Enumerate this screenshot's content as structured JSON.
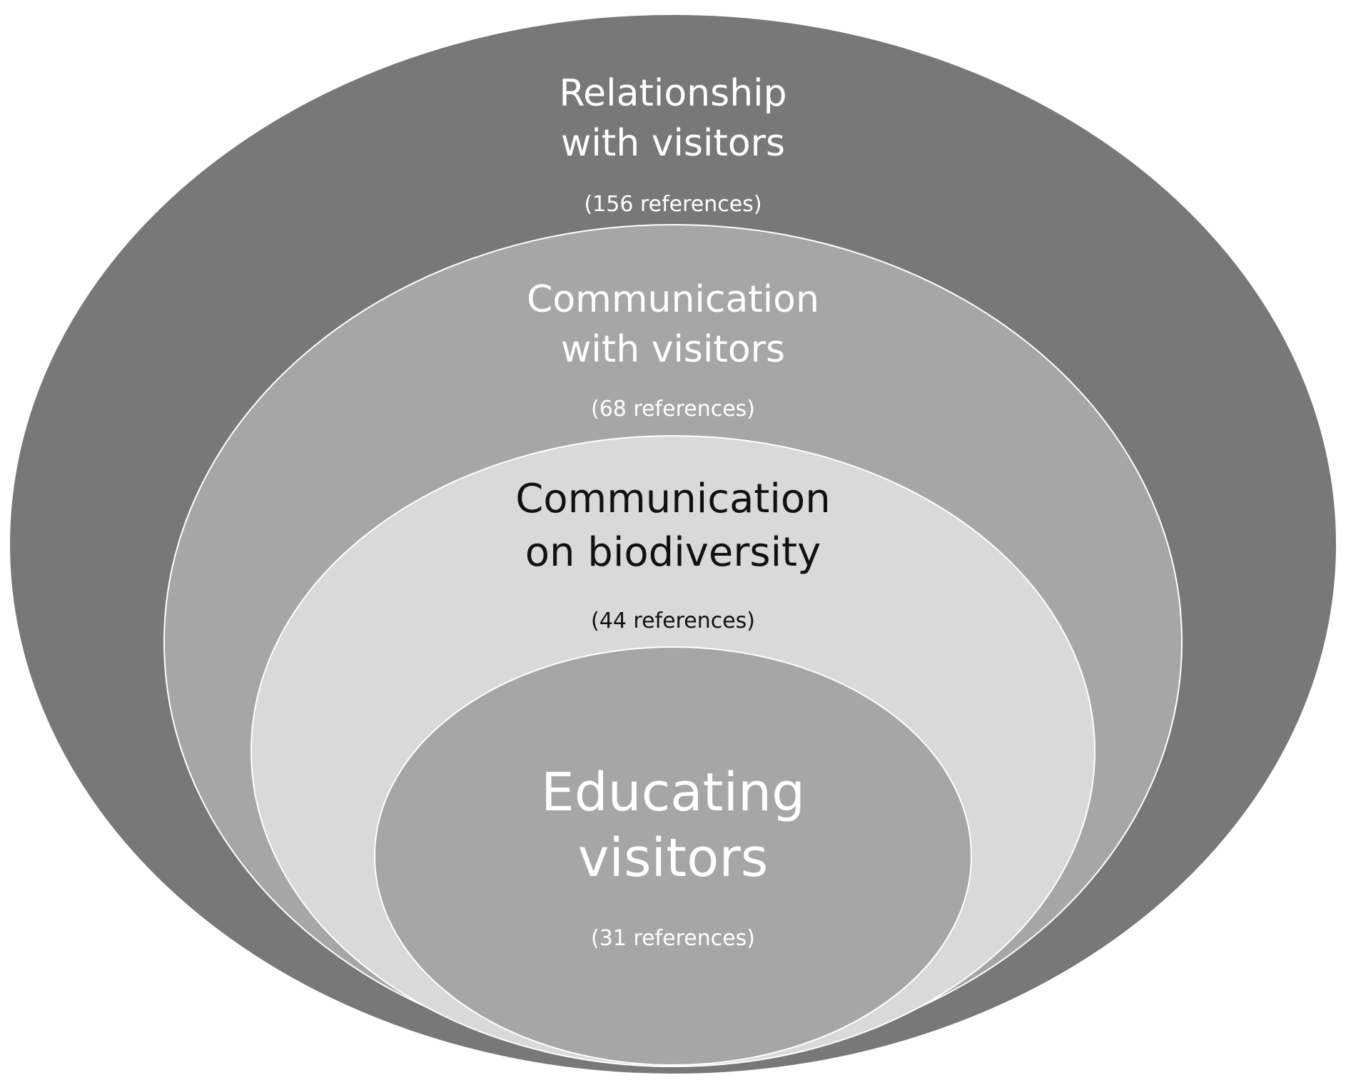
{
  "diagram": {
    "type": "nested-ellipses",
    "colors": {
      "background": "#ffffff",
      "outline": "#ffffff",
      "level1_fill": "#787878",
      "level2_fill": "#a6a6a6",
      "level3_fill": "#d9d9d9",
      "level4_fill": "#a6a6a6",
      "light_text": "#ffffff",
      "dark_text": "#111111"
    },
    "levels": [
      {
        "title_line1": "Relationship",
        "title_line2": "with visitors",
        "count": "(156 references)"
      },
      {
        "title_line1": "Communication",
        "title_line2": "with visitors",
        "count": "(68 references)"
      },
      {
        "title_line1": "Communication",
        "title_line2": "on biodiversity",
        "count": "(44 references)"
      },
      {
        "title_line1": "Educating",
        "title_line2": "visitors",
        "count": "(31 references)"
      }
    ]
  }
}
